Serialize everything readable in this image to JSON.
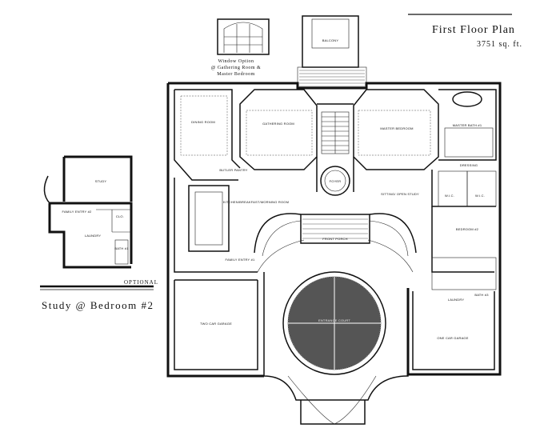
{
  "header": {
    "title": "First Floor Plan",
    "sqft": "3751 sq. ft."
  },
  "window_option": {
    "line1": "Window Option",
    "line2": "@ Gathering Room &",
    "line3": "Master Bedroom"
  },
  "inset": {
    "optional": "OPTIONAL",
    "title": "Study @ Bedroom #2"
  },
  "rooms": {
    "balcony": "BALCONY",
    "dining": "DINING ROOM",
    "gathering": "GATHERING ROOM",
    "master_bedroom": "MASTER BEDROOM",
    "master_bath": "MASTER BATH #1",
    "kitchen": "KITCHEN/BREAKFAST/MORNING ROOM",
    "foyer": "FOYER",
    "sitting": "SITTING/ OPEN STUDY",
    "wic1": "W.I.C.",
    "wic2": "W.I.C.",
    "dressing": "DRESSING",
    "bedroom2": "BEDROOM #2",
    "front_porch": "FRONT PORCH",
    "family_entry1": "FAMILY ENTRY #1",
    "family_entry2": "FAMILY ENTRY #2",
    "laundry": "LAUNDRY",
    "bath": "BATH",
    "two_car": "TWO CAR GARAGE",
    "one_car": "ONE CAR GARAGE",
    "entry_court": "ENTRANCE COURT",
    "study": "STUDY",
    "inset_family_entry": "FAMILY ENTRY #2",
    "inset_laundry": "LAUNDRY",
    "inset_clo": "CLO.",
    "inset_bath": "BATH #1",
    "butler": "BUTLER PANTRY",
    "laundry_main": "LAUNDRY",
    "bath_main": "BATH #3"
  }
}
